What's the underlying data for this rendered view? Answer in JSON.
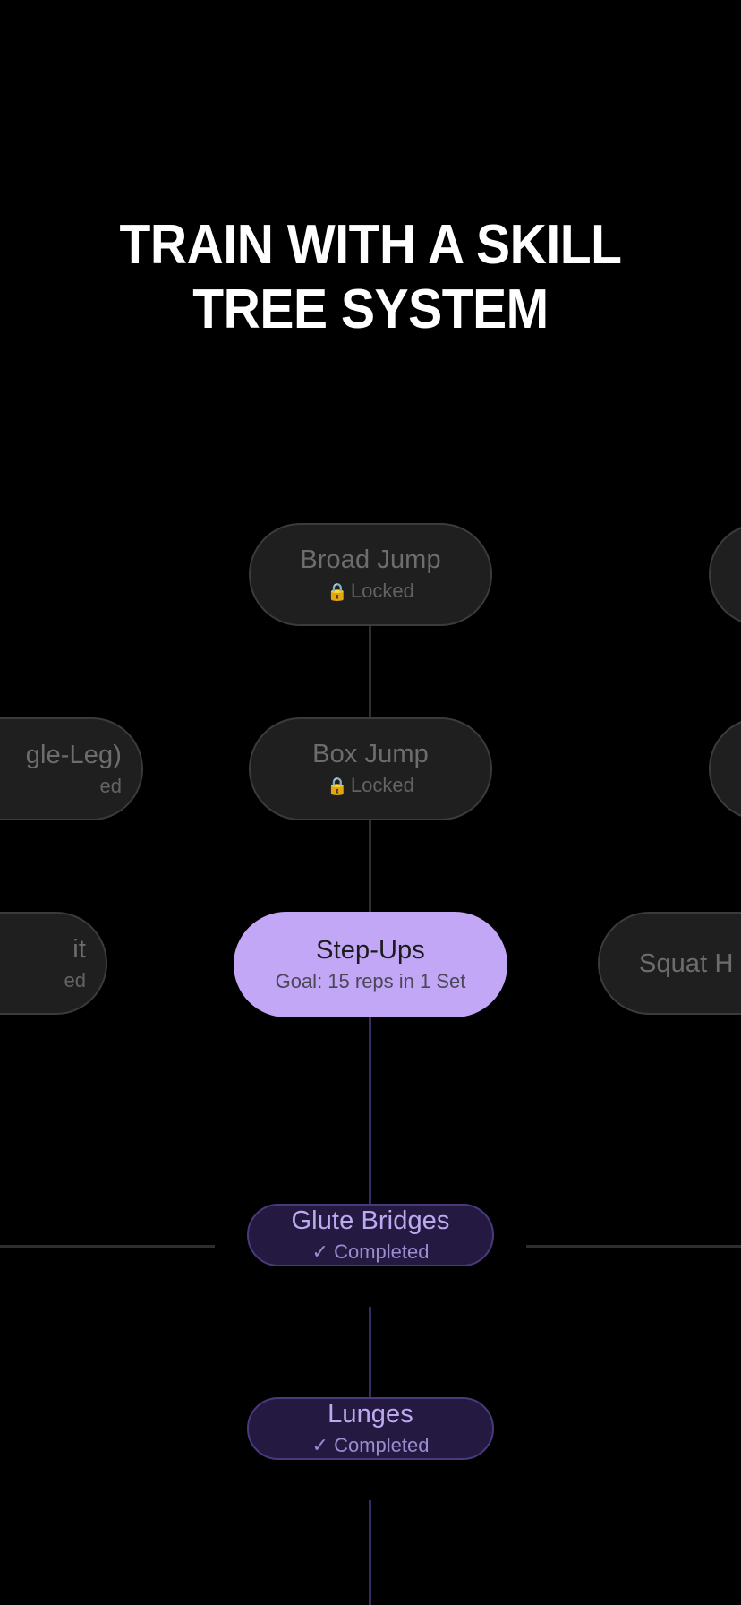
{
  "headline": {
    "text": "TRAIN WITH A SKILL\nTREE SYSTEM"
  },
  "colors": {
    "background": "#000000",
    "accent": "#c3a7f7",
    "completed_fill": "#241a41",
    "completed_border": "#4a3a7d",
    "completed_text": "#bda9f0",
    "locked_fill": "#1f1f1f",
    "locked_border": "#3b3b3b",
    "locked_text": "#6d6d6d",
    "edge_dim": "#3a3a3a",
    "edge_purple": "#3a2a64"
  },
  "tree": {
    "nodes": [
      {
        "id": "broad-jump",
        "title": "Broad Jump",
        "status_label": "Locked",
        "status_icon": "lock-icon",
        "state": "locked"
      },
      {
        "id": "box-jump",
        "title": "Box Jump",
        "status_label": "Locked",
        "status_icon": "lock-icon",
        "state": "locked"
      },
      {
        "id": "step-ups",
        "title": "Step-Ups",
        "status_label": "Goal: 15 reps in 1 Set",
        "state": "active"
      },
      {
        "id": "glute-bridges",
        "title": "Glute Bridges",
        "status_label": "✓ Completed",
        "state": "completed"
      },
      {
        "id": "lunges",
        "title": "Lunges",
        "status_label": "✓ Completed",
        "state": "completed"
      }
    ],
    "offscreen_nodes": [
      {
        "id": "left-single-leg",
        "title": "gle-Leg)",
        "status_label": "ed",
        "state": "locked"
      },
      {
        "id": "left-split",
        "title": "it",
        "status_label": "ed",
        "state": "locked"
      },
      {
        "id": "right-squat-hold",
        "title": "Squat H",
        "status_label": "",
        "state": "locked"
      },
      {
        "id": "right-top",
        "title": "",
        "status_label": "",
        "state": "locked"
      },
      {
        "id": "right-mid",
        "title": "",
        "status_label": "",
        "state": "locked"
      }
    ]
  },
  "lock_glyph": "🔒"
}
